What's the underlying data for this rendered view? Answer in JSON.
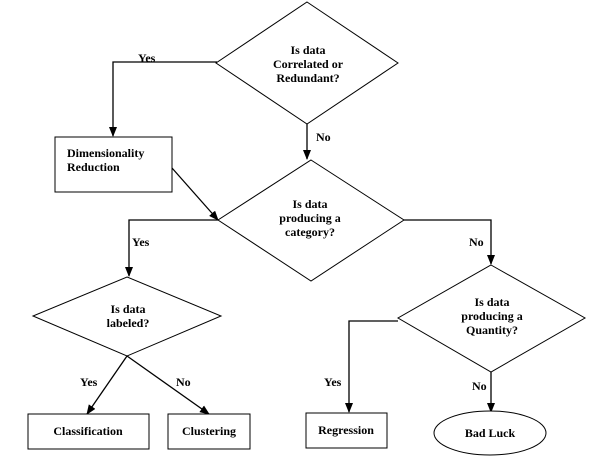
{
  "flowchart": {
    "decisions": {
      "correlated": [
        "Is data",
        "Correlated or",
        "Redundant?"
      ],
      "category": [
        "Is data",
        "producing a",
        "category?"
      ],
      "labeled": [
        "Is data",
        "labeled?"
      ],
      "quantity": [
        "Is data",
        "producing a",
        "Quantity?"
      ]
    },
    "processes": {
      "dim_reduction": [
        "Dimensionality",
        "Reduction"
      ],
      "classification": "Classification",
      "clustering": "Clustering",
      "regression": "Regression"
    },
    "terminals": {
      "bad_luck": "Bad Luck"
    },
    "edge_labels": {
      "correlated_yes": "Yes",
      "correlated_no": "No",
      "category_yes": "Yes",
      "category_no": "No",
      "labeled_yes": "Yes",
      "labeled_no": "No",
      "quantity_yes": "Yes",
      "quantity_no": "No"
    }
  }
}
